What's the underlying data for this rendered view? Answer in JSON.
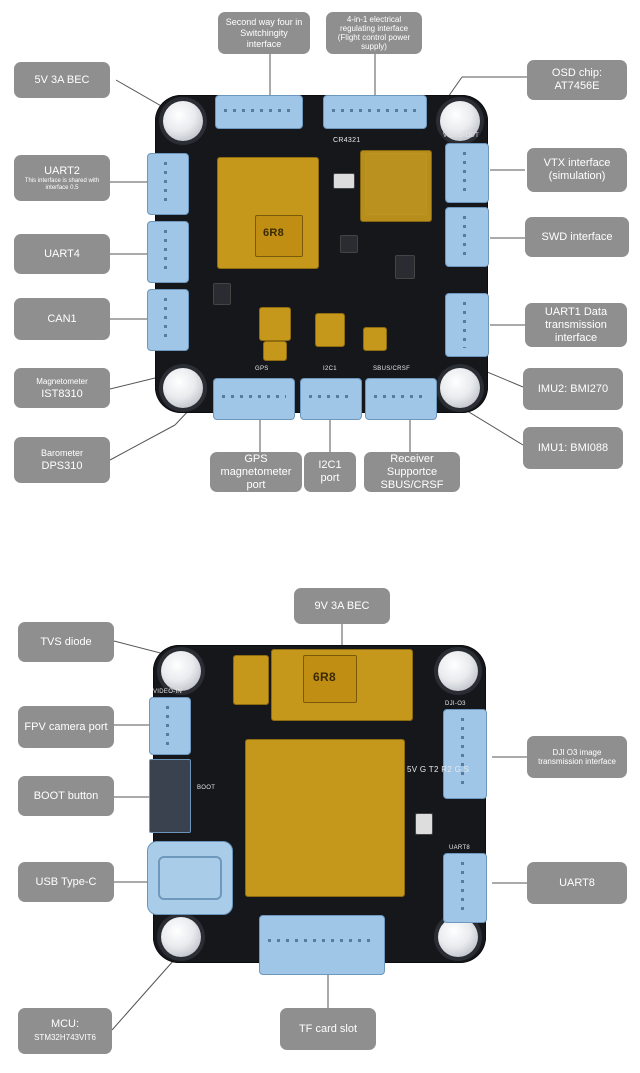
{
  "top_labels": {
    "second_way": "Second way four in Switchingity interface",
    "electrical": "4-in-1 electrical regulating interface (Flight control power supply)",
    "bec_5v": "5V 3A BEC",
    "osd": "OSD chip: AT7456E",
    "uart2": "UART2",
    "uart2_note": "This interface is shared with interface 0.5",
    "vtx": "VTX interface (simulation)",
    "uart4": "UART4",
    "swd": "SWD interface",
    "can1": "CAN1",
    "uart1": "UART1 Data transmission interface",
    "magnetometer_title": "Magnetometer",
    "magnetometer_part": "IST8310",
    "imu2": "IMU2: BMI270",
    "barometer_title": "Barometer",
    "barometer_part": "DPS310",
    "gps": "GPS magnetometer port",
    "i2c1": "I2C1 port",
    "receiver": "Receiver Supportce SBUS/CRSF",
    "imu1": "IMU1: BMI088"
  },
  "top_silk": {
    "cr": "CR4321",
    "video_out": "VIDEO-OUT",
    "gps": "GPS",
    "i2c": "I2C1",
    "sbus": "SBUS/CRSF",
    "inductor": "6R8"
  },
  "bottom_labels": {
    "bec_9v": "9V 3A BEC",
    "tvs": "TVS diode",
    "fpv": "FPV camera port",
    "dji": "DJI O3 image transmission interface",
    "boot": "BOOT button",
    "usb": "USB Type-C",
    "uart8": "UART8",
    "mcu_title": "MCU:",
    "mcu_part": "STM32H743VIT6",
    "tf": "TF card slot"
  },
  "bottom_silk": {
    "video_in": "VIDEO-IN",
    "boot": "BOOT",
    "dji": "DJI-O3",
    "uart8": "UART8",
    "pins": "5V G T2 R2 G S",
    "inductor": "6R8"
  }
}
